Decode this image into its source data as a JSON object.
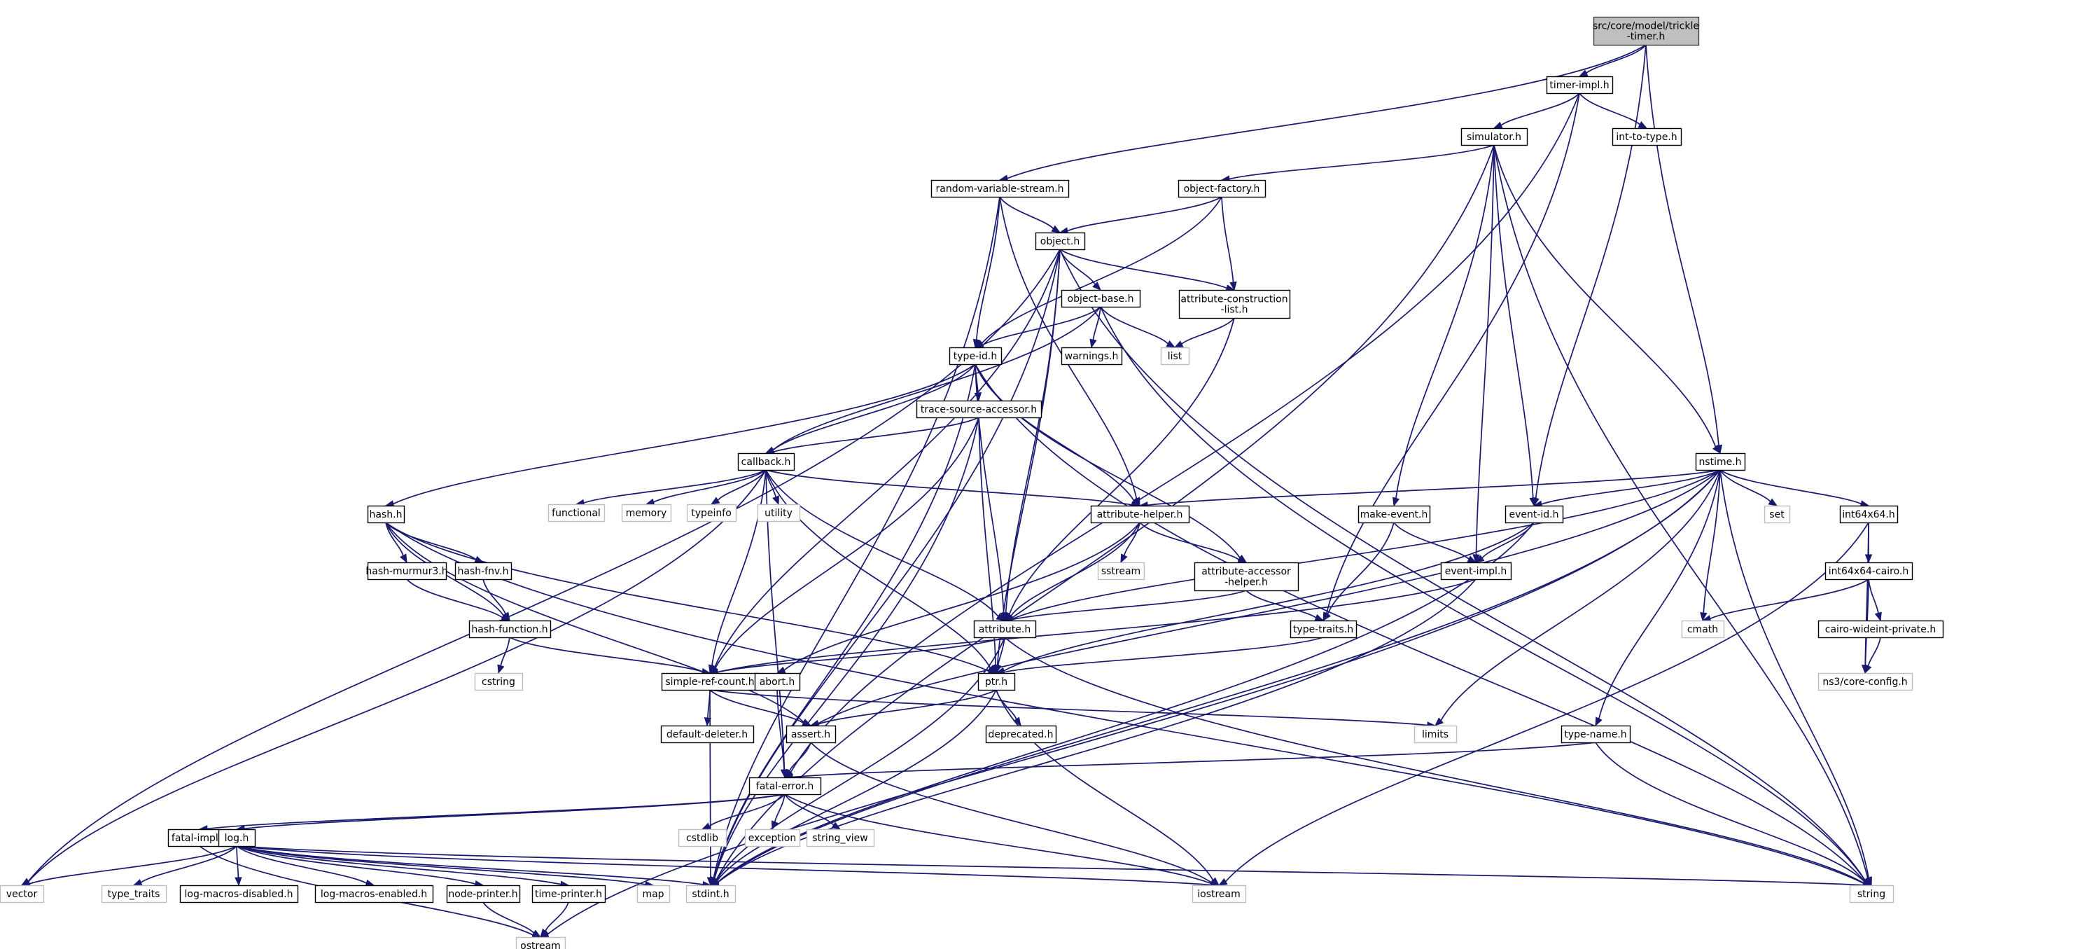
{
  "colors": {
    "edge": "#191970",
    "local_border": "#000000",
    "system_border": "#bfbfbf",
    "system_text": "#404040",
    "root_fill": "#bfbfbf",
    "root_border": "#404040"
  },
  "graph": {
    "nodes": [
      {
        "id": "root",
        "lines": [
          "src/core/model/trickle",
          "-timer.h"
        ],
        "kind": "root"
      },
      {
        "id": "timer-impl",
        "lines": [
          "timer-impl.h"
        ],
        "kind": "local"
      },
      {
        "id": "int-to-type",
        "lines": [
          "int-to-type.h"
        ],
        "kind": "local"
      },
      {
        "id": "simulator",
        "lines": [
          "simulator.h"
        ],
        "kind": "local"
      },
      {
        "id": "random-variable-stream",
        "lines": [
          "random-variable-stream.h"
        ],
        "kind": "local"
      },
      {
        "id": "object-factory",
        "lines": [
          "object-factory.h"
        ],
        "kind": "local"
      },
      {
        "id": "object",
        "lines": [
          "object.h"
        ],
        "kind": "local"
      },
      {
        "id": "object-base",
        "lines": [
          "object-base.h"
        ],
        "kind": "local"
      },
      {
        "id": "attribute-construction-list",
        "lines": [
          "attribute-construction",
          "-list.h"
        ],
        "kind": "local"
      },
      {
        "id": "warnings",
        "lines": [
          "warnings.h"
        ],
        "kind": "local"
      },
      {
        "id": "list",
        "lines": [
          "list"
        ],
        "kind": "system"
      },
      {
        "id": "type-id",
        "lines": [
          "type-id.h"
        ],
        "kind": "local"
      },
      {
        "id": "trace-source-accessor",
        "lines": [
          "trace-source-accessor.h"
        ],
        "kind": "local"
      },
      {
        "id": "callback",
        "lines": [
          "callback.h"
        ],
        "kind": "local"
      },
      {
        "id": "hash",
        "lines": [
          "hash.h"
        ],
        "kind": "local"
      },
      {
        "id": "functional",
        "lines": [
          "functional"
        ],
        "kind": "system"
      },
      {
        "id": "memory",
        "lines": [
          "memory"
        ],
        "kind": "system"
      },
      {
        "id": "typeinfo",
        "lines": [
          "typeinfo"
        ],
        "kind": "system"
      },
      {
        "id": "utility",
        "lines": [
          "utility"
        ],
        "kind": "system"
      },
      {
        "id": "attribute-helper",
        "lines": [
          "attribute-helper.h"
        ],
        "kind": "local"
      },
      {
        "id": "sstream",
        "lines": [
          "sstream"
        ],
        "kind": "system"
      },
      {
        "id": "attribute-accessor-helper",
        "lines": [
          "attribute-accessor",
          "-helper.h"
        ],
        "kind": "local"
      },
      {
        "id": "nstime",
        "lines": [
          "nstime.h"
        ],
        "kind": "local"
      },
      {
        "id": "make-event",
        "lines": [
          "make-event.h"
        ],
        "kind": "local"
      },
      {
        "id": "event-id",
        "lines": [
          "event-id.h"
        ],
        "kind": "local"
      },
      {
        "id": "set",
        "lines": [
          "set"
        ],
        "kind": "system"
      },
      {
        "id": "int64x64",
        "lines": [
          "int64x64.h"
        ],
        "kind": "local"
      },
      {
        "id": "hash-murmur3",
        "lines": [
          "hash-murmur3.h"
        ],
        "kind": "local"
      },
      {
        "id": "hash-fnv",
        "lines": [
          "hash-fnv.h"
        ],
        "kind": "local"
      },
      {
        "id": "hash-function",
        "lines": [
          "hash-function.h"
        ],
        "kind": "local"
      },
      {
        "id": "cstring",
        "lines": [
          "cstring"
        ],
        "kind": "system"
      },
      {
        "id": "event-impl",
        "lines": [
          "event-impl.h"
        ],
        "kind": "local"
      },
      {
        "id": "int64x64-cairo",
        "lines": [
          "int64x64-cairo.h"
        ],
        "kind": "local"
      },
      {
        "id": "attribute",
        "lines": [
          "attribute.h"
        ],
        "kind": "local"
      },
      {
        "id": "type-traits",
        "lines": [
          "type-traits.h"
        ],
        "kind": "local"
      },
      {
        "id": "cmath",
        "lines": [
          "cmath"
        ],
        "kind": "system"
      },
      {
        "id": "cairo-wideint-private",
        "lines": [
          "cairo-wideint-private.h"
        ],
        "kind": "local"
      },
      {
        "id": "simple-ref-count",
        "lines": [
          "simple-ref-count.h"
        ],
        "kind": "local"
      },
      {
        "id": "abort",
        "lines": [
          "abort.h"
        ],
        "kind": "local"
      },
      {
        "id": "ptr",
        "lines": [
          "ptr.h"
        ],
        "kind": "local"
      },
      {
        "id": "ns3-core-config",
        "lines": [
          "ns3/core-config.h"
        ],
        "kind": "system"
      },
      {
        "id": "default-deleter",
        "lines": [
          "default-deleter.h"
        ],
        "kind": "local"
      },
      {
        "id": "deprecated",
        "lines": [
          "deprecated.h"
        ],
        "kind": "local"
      },
      {
        "id": "limits",
        "lines": [
          "limits"
        ],
        "kind": "system"
      },
      {
        "id": "assert",
        "lines": [
          "assert.h"
        ],
        "kind": "local"
      },
      {
        "id": "type-name",
        "lines": [
          "type-name.h"
        ],
        "kind": "local"
      },
      {
        "id": "fatal-error",
        "lines": [
          "fatal-error.h"
        ],
        "kind": "local"
      },
      {
        "id": "fatal-impl",
        "lines": [
          "fatal-impl.h"
        ],
        "kind": "local"
      },
      {
        "id": "log",
        "lines": [
          "log.h"
        ],
        "kind": "local"
      },
      {
        "id": "cstdlib",
        "lines": [
          "cstdlib"
        ],
        "kind": "system"
      },
      {
        "id": "exception",
        "lines": [
          "exception"
        ],
        "kind": "system"
      },
      {
        "id": "string_view",
        "lines": [
          "string_view"
        ],
        "kind": "system"
      },
      {
        "id": "vector",
        "lines": [
          "vector"
        ],
        "kind": "system"
      },
      {
        "id": "type_traits",
        "lines": [
          "type_traits"
        ],
        "kind": "system"
      },
      {
        "id": "log-macros-disabled",
        "lines": [
          "log-macros-disabled.h"
        ],
        "kind": "local"
      },
      {
        "id": "log-macros-enabled",
        "lines": [
          "log-macros-enabled.h"
        ],
        "kind": "local"
      },
      {
        "id": "node-printer",
        "lines": [
          "node-printer.h"
        ],
        "kind": "local"
      },
      {
        "id": "time-printer",
        "lines": [
          "time-printer.h"
        ],
        "kind": "local"
      },
      {
        "id": "map",
        "lines": [
          "map"
        ],
        "kind": "system"
      },
      {
        "id": "stdint",
        "lines": [
          "stdint.h"
        ],
        "kind": "system"
      },
      {
        "id": "iostream",
        "lines": [
          "iostream"
        ],
        "kind": "system"
      },
      {
        "id": "string",
        "lines": [
          "string"
        ],
        "kind": "system"
      },
      {
        "id": "ostream",
        "lines": [
          "ostream"
        ],
        "kind": "system"
      }
    ],
    "edges": [
      [
        "root",
        "timer-impl"
      ],
      [
        "root",
        "random-variable-stream"
      ],
      [
        "root",
        "event-id"
      ],
      [
        "root",
        "nstime"
      ],
      [
        "timer-impl",
        "simulator"
      ],
      [
        "timer-impl",
        "int-to-type"
      ],
      [
        "timer-impl",
        "fatal-error"
      ],
      [
        "timer-impl",
        "type-traits"
      ],
      [
        "simulator",
        "object-factory"
      ],
      [
        "simulator",
        "make-event"
      ],
      [
        "simulator",
        "event-id"
      ],
      [
        "simulator",
        "event-impl"
      ],
      [
        "simulator",
        "nstime"
      ],
      [
        "simulator",
        "stdint"
      ],
      [
        "simulator",
        "string"
      ],
      [
        "random-variable-stream",
        "object"
      ],
      [
        "random-variable-stream",
        "type-id"
      ],
      [
        "random-variable-stream",
        "attribute-helper"
      ],
      [
        "random-variable-stream",
        "stdint"
      ],
      [
        "object-factory",
        "object"
      ],
      [
        "object-factory",
        "type-id"
      ],
      [
        "object-factory",
        "attribute-construction-list"
      ],
      [
        "object",
        "object-base"
      ],
      [
        "object",
        "attribute-construction-list"
      ],
      [
        "object",
        "attribute"
      ],
      [
        "object",
        "ptr"
      ],
      [
        "object",
        "simple-ref-count"
      ],
      [
        "object",
        "stdint"
      ],
      [
        "object",
        "vector"
      ],
      [
        "object",
        "string"
      ],
      [
        "object-base",
        "type-id"
      ],
      [
        "object-base",
        "warnings"
      ],
      [
        "object-base",
        "list"
      ],
      [
        "object-base",
        "callback"
      ],
      [
        "object-base",
        "string"
      ],
      [
        "attribute-construction-list",
        "list"
      ],
      [
        "attribute-construction-list",
        "attribute"
      ],
      [
        "type-id",
        "trace-source-accessor"
      ],
      [
        "type-id",
        "callback"
      ],
      [
        "type-id",
        "hash"
      ],
      [
        "type-id",
        "attribute-helper"
      ],
      [
        "type-id",
        "attribute-accessor-helper"
      ],
      [
        "type-id",
        "attribute"
      ],
      [
        "type-id",
        "stdint"
      ],
      [
        "type-id",
        "string"
      ],
      [
        "trace-source-accessor",
        "callback"
      ],
      [
        "trace-source-accessor",
        "ptr"
      ],
      [
        "trace-source-accessor",
        "simple-ref-count"
      ],
      [
        "trace-source-accessor",
        "stdint"
      ],
      [
        "callback",
        "functional"
      ],
      [
        "callback",
        "memory"
      ],
      [
        "callback",
        "typeinfo"
      ],
      [
        "callback",
        "utility"
      ],
      [
        "callback",
        "attribute-helper"
      ],
      [
        "callback",
        "attribute"
      ],
      [
        "callback",
        "ptr"
      ],
      [
        "callback",
        "simple-ref-count"
      ],
      [
        "callback",
        "fatal-error"
      ],
      [
        "callback",
        "vector"
      ],
      [
        "hash",
        "hash-murmur3"
      ],
      [
        "hash",
        "hash-fnv"
      ],
      [
        "hash",
        "hash-function"
      ],
      [
        "hash",
        "assert"
      ],
      [
        "hash",
        "ptr"
      ],
      [
        "hash",
        "string"
      ],
      [
        "hash-murmur3",
        "hash-function"
      ],
      [
        "hash-fnv",
        "hash-function"
      ],
      [
        "hash-function",
        "simple-ref-count"
      ],
      [
        "hash-function",
        "cstring"
      ],
      [
        "attribute-helper",
        "sstream"
      ],
      [
        "attribute-helper",
        "attribute-accessor-helper"
      ],
      [
        "attribute-helper",
        "attribute"
      ],
      [
        "attribute-helper",
        "abort"
      ],
      [
        "attribute-accessor-helper",
        "attribute"
      ],
      [
        "attribute-accessor-helper",
        "type-traits"
      ],
      [
        "nstime",
        "set"
      ],
      [
        "nstime",
        "int64x64"
      ],
      [
        "nstime",
        "event-id"
      ],
      [
        "nstime",
        "attribute-helper"
      ],
      [
        "nstime",
        "attribute"
      ],
      [
        "nstime",
        "assert"
      ],
      [
        "nstime",
        "cmath"
      ],
      [
        "nstime",
        "limits"
      ],
      [
        "nstime",
        "type-name"
      ],
      [
        "nstime",
        "stdint"
      ],
      [
        "nstime",
        "ostream"
      ],
      [
        "nstime",
        "string"
      ],
      [
        "make-event",
        "event-impl"
      ],
      [
        "make-event",
        "type-traits"
      ],
      [
        "event-id",
        "event-impl"
      ],
      [
        "event-id",
        "ptr"
      ],
      [
        "event-id",
        "stdint"
      ],
      [
        "event-impl",
        "simple-ref-count"
      ],
      [
        "event-impl",
        "stdint"
      ],
      [
        "int64x64",
        "int64x64-cairo"
      ],
      [
        "int64x64",
        "ns3-core-config"
      ],
      [
        "int64x64",
        "iostream"
      ],
      [
        "int64x64-cairo",
        "cairo-wideint-private"
      ],
      [
        "int64x64-cairo",
        "cmath"
      ],
      [
        "int64x64-cairo",
        "ns3-core-config"
      ],
      [
        "cairo-wideint-private",
        "ns3-core-config"
      ],
      [
        "attribute",
        "ptr"
      ],
      [
        "attribute",
        "simple-ref-count"
      ],
      [
        "attribute",
        "string"
      ],
      [
        "attribute",
        "stdint"
      ],
      [
        "type-traits",
        "ptr"
      ],
      [
        "simple-ref-count",
        "default-deleter"
      ],
      [
        "simple-ref-count",
        "assert"
      ],
      [
        "simple-ref-count",
        "limits"
      ],
      [
        "simple-ref-count",
        "stdint"
      ],
      [
        "abort",
        "fatal-error"
      ],
      [
        "ptr",
        "assert"
      ],
      [
        "ptr",
        "deprecated"
      ],
      [
        "ptr",
        "iostream"
      ],
      [
        "ptr",
        "stdint"
      ],
      [
        "assert",
        "fatal-error"
      ],
      [
        "assert",
        "iostream"
      ],
      [
        "type-name",
        "fatal-error"
      ],
      [
        "type-name",
        "string"
      ],
      [
        "fatal-error",
        "fatal-impl"
      ],
      [
        "fatal-error",
        "log"
      ],
      [
        "fatal-error",
        "cstdlib"
      ],
      [
        "fatal-error",
        "exception"
      ],
      [
        "fatal-error",
        "string_view"
      ],
      [
        "fatal-error",
        "iostream"
      ],
      [
        "fatal-impl",
        "ostream"
      ],
      [
        "log",
        "vector"
      ],
      [
        "log",
        "type_traits"
      ],
      [
        "log",
        "log-macros-disabled"
      ],
      [
        "log",
        "log-macros-enabled"
      ],
      [
        "log",
        "node-printer"
      ],
      [
        "log",
        "time-printer"
      ],
      [
        "log",
        "map"
      ],
      [
        "log",
        "stdint"
      ],
      [
        "log",
        "iostream"
      ],
      [
        "log",
        "string"
      ],
      [
        "node-printer",
        "ostream"
      ],
      [
        "time-printer",
        "ostream"
      ]
    ]
  }
}
